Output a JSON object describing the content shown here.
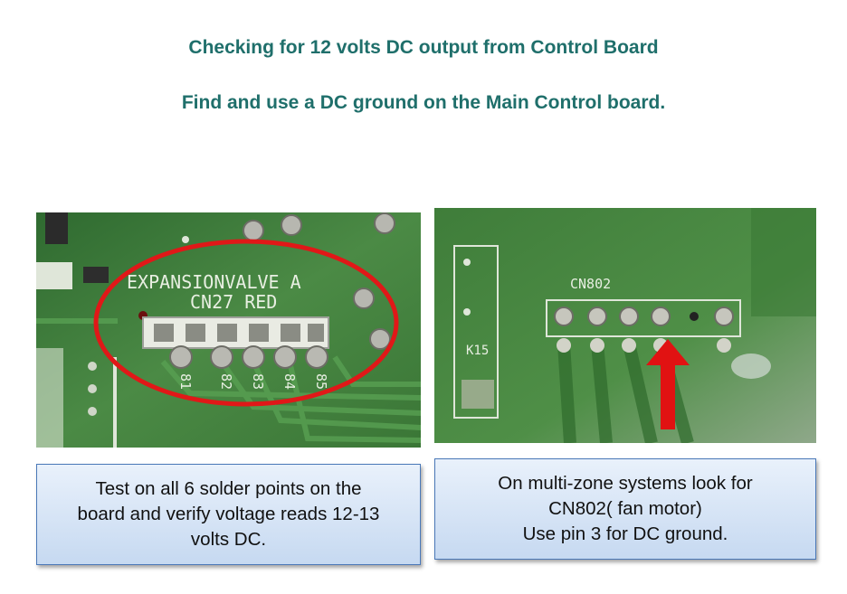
{
  "heading": {
    "line1": "Checking for 12 volts DC output from Control Board",
    "line2": "Find and use a DC ground on the Main Control board."
  },
  "colors": {
    "heading": "#1f6f6b",
    "board_green": "#3e7a3c",
    "highlight_red": "#e01818"
  },
  "photo1": {
    "silkscreen_line1": "EXPANSIONVALVE A",
    "silkscreen_line2": "CN27  RED",
    "pin_labels": [
      "81",
      "82",
      "83",
      "84",
      "85"
    ]
  },
  "photo2": {
    "connector_label": "CN802",
    "relay_label": "K15"
  },
  "captions": {
    "left": {
      "line1": "Test on all 6 solder points on the",
      "line2": "board and verify voltage reads 12-13",
      "line3": "volts DC."
    },
    "right": {
      "line1": "On multi-zone systems look for",
      "line2": "CN802( fan motor)",
      "line3": "Use pin 3 for DC ground."
    }
  }
}
